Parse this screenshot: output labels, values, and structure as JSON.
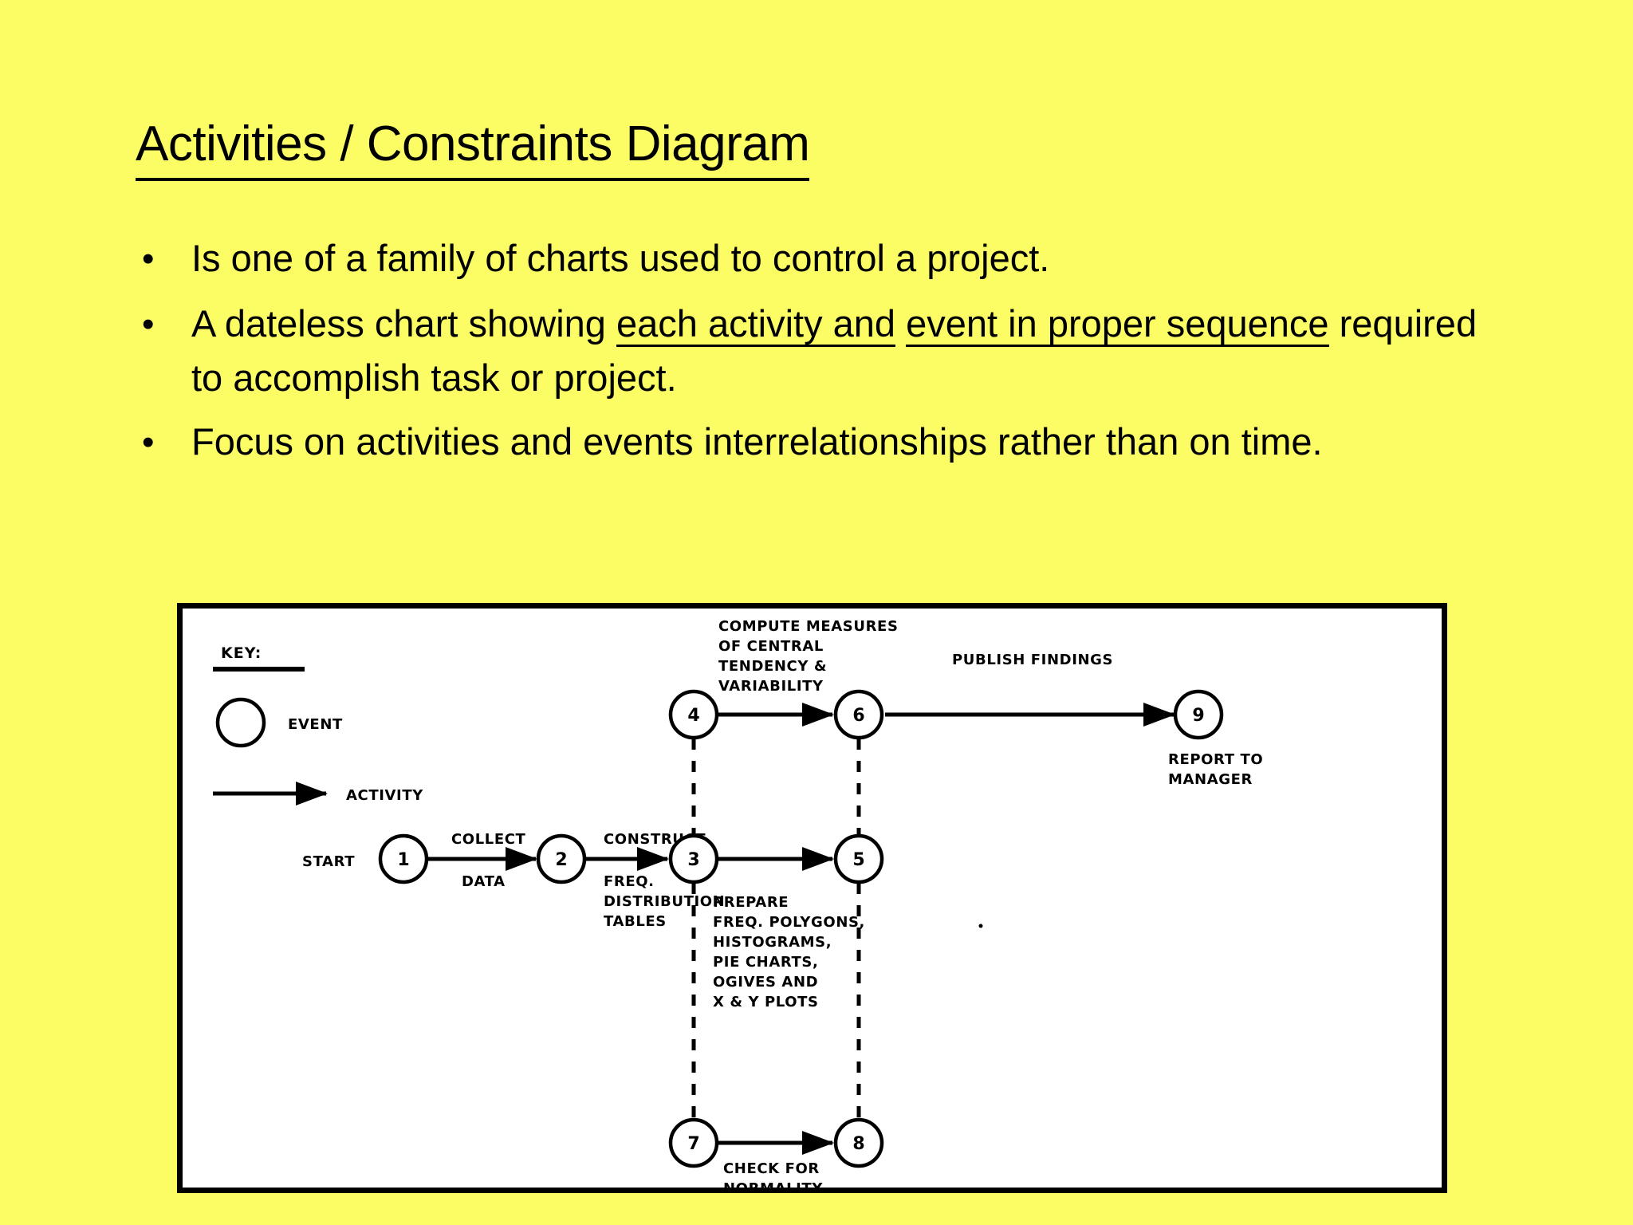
{
  "slide": {
    "title": "Activities / Constraints Diagram",
    "background_color": "#FCFC64",
    "text_color": "#000000"
  },
  "bullets": [
    {
      "marker": "•",
      "segments": [
        {
          "text": "Is one of a family of charts used to control a project.",
          "underline": false
        }
      ]
    },
    {
      "marker": "•",
      "segments": [
        {
          "text": "A dateless chart showing ",
          "underline": false
        },
        {
          "text": "each activity and",
          "underline": true
        },
        {
          "text": " ",
          "underline": false
        },
        {
          "text": "event in proper sequence",
          "underline": true
        },
        {
          "text": " required to accomplish task or project.",
          "underline": false
        }
      ]
    },
    {
      "marker": "•",
      "segments": [
        {
          "text": "Focus on activities and events interrelationships rather than on time.",
          "underline": false
        }
      ]
    }
  ],
  "diagram": {
    "frame_border_color": "#000000",
    "frame_background": "#FFFFFF",
    "key": {
      "title": "KEY:",
      "event_label": "EVENT",
      "activity_label": "ACTIVITY"
    },
    "nodes": [
      {
        "id": "1",
        "label": "1"
      },
      {
        "id": "2",
        "label": "2"
      },
      {
        "id": "3",
        "label": "3"
      },
      {
        "id": "4",
        "label": "4"
      },
      {
        "id": "5",
        "label": "5"
      },
      {
        "id": "6",
        "label": "6"
      },
      {
        "id": "7",
        "label": "7"
      },
      {
        "id": "8",
        "label": "8"
      },
      {
        "id": "9",
        "label": "9"
      }
    ],
    "labels": {
      "start": "START",
      "collect": "COLLECT",
      "data": "DATA",
      "construct": "CONSTRUCT",
      "freq1": "FREQ.",
      "freq2": "DISTRIBUTION",
      "freq3": "TABLES",
      "compute1": "COMPUTE MEASURES",
      "compute2": "OF CENTRAL",
      "compute3": "TENDENCY &",
      "compute4": "VARIABILITY",
      "publish": "PUBLISH FINDINGS",
      "report1": "REPORT TO",
      "report2": "MANAGER",
      "prepare1": "PREPARE",
      "prepare2": "FREQ. POLYGONS,",
      "prepare3": "HISTOGRAMS,",
      "prepare4": "PIE CHARTS,",
      "prepare5": "OGIVES AND",
      "prepare6": "X & Y PLOTS",
      "check1": "CHECK FOR",
      "check2": "NORMALITY"
    },
    "edges": [
      {
        "from": "1",
        "to": "2",
        "style": "solid",
        "label": "COLLECT DATA"
      },
      {
        "from": "2",
        "to": "3",
        "style": "solid",
        "label": "CONSTRUCT FREQ. DISTRIBUTION TABLES"
      },
      {
        "from": "3",
        "to": "5",
        "style": "solid",
        "label": "PREPARE FREQ. POLYGONS, HISTOGRAMS, PIE CHARTS, OGIVES AND X & Y PLOTS"
      },
      {
        "from": "4",
        "to": "6",
        "style": "solid",
        "label": "COMPUTE MEASURES OF CENTRAL TENDENCY & VARIABILITY"
      },
      {
        "from": "6",
        "to": "9",
        "style": "solid",
        "label": "PUBLISH FINDINGS"
      },
      {
        "from": "7",
        "to": "8",
        "style": "solid",
        "label": "CHECK FOR NORMALITY"
      },
      {
        "from": "4",
        "to": "3",
        "style": "dashed",
        "label": ""
      },
      {
        "from": "3",
        "to": "7",
        "style": "dashed",
        "label": ""
      },
      {
        "from": "6",
        "to": "5",
        "style": "dashed",
        "label": ""
      },
      {
        "from": "5",
        "to": "8",
        "style": "dashed",
        "label": ""
      }
    ]
  }
}
